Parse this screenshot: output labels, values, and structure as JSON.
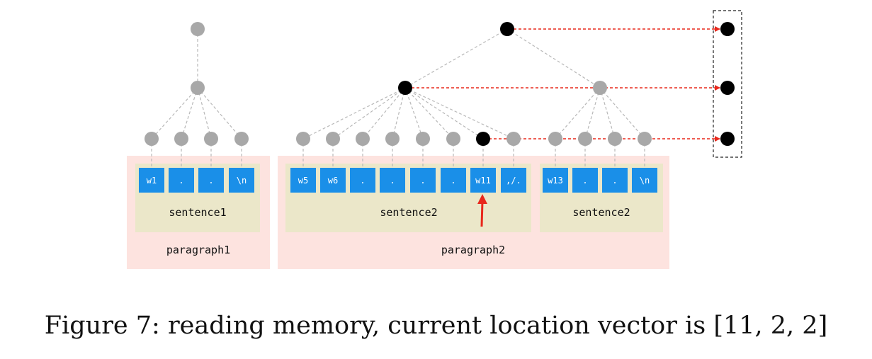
{
  "paragraphs": [
    {
      "label": "paragraph1",
      "sentences": [
        {
          "label": "sentence1",
          "tokens": [
            "w1",
            ".",
            ".",
            "\\n"
          ]
        }
      ]
    },
    {
      "label": "paragraph2",
      "sentences": [
        {
          "label": "sentence2",
          "tokens": [
            "w5",
            "w6",
            ".",
            ".",
            ".",
            ".",
            "w11",
            ",/."
          ]
        },
        {
          "label": "sentence2",
          "tokens": [
            "w13",
            ".",
            ".",
            "\\n"
          ]
        }
      ]
    }
  ],
  "current_location_vector": [
    11,
    2,
    2
  ],
  "caption": "Figure 7: reading memory, current location vector is [11, 2, 2]",
  "colors": {
    "paragraph_bg": "#fde3df",
    "sentence_bg": "#ebe7c9",
    "token_bg": "#1a8fe8",
    "inactive_node": "#a8a8a8",
    "active_node": "#000000",
    "pointer": "#e8281c",
    "edge": "#b8b8b8"
  }
}
